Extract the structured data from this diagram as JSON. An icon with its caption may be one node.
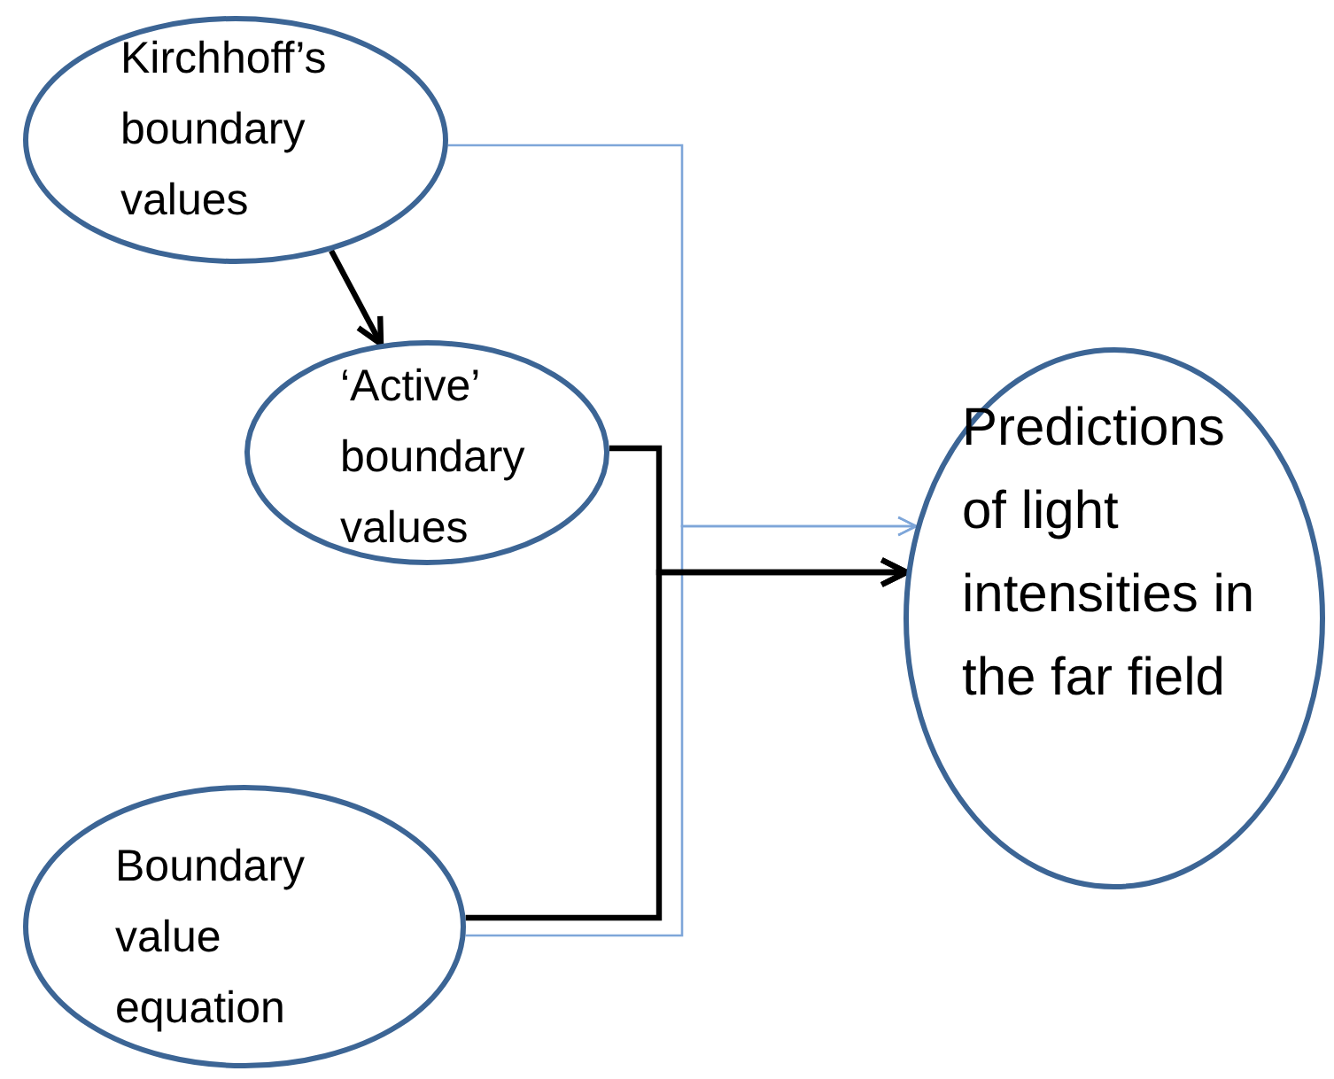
{
  "diagram": {
    "nodes": [
      {
        "text": [
          "Kirchhoff’s boundary values"
        ]
      },
      {
        "text": [
          "‘Active’ boundary values"
        ]
      },
      {
        "text": [
          "Boundary value equation"
        ]
      },
      {
        "text": [
          "Predictions of light intensities in the far field"
        ]
      }
    ],
    "edges": [
      {
        "from": 0,
        "to": 1,
        "arrow": "to"
      },
      {
        "from": 0,
        "to": 3,
        "arrow": "to",
        "color": "#7ea6d9"
      },
      {
        "from": 2,
        "to": 3,
        "arrow": "to",
        "color": "#7ea6d9"
      },
      {
        "from": 1,
        "to": 3,
        "arrow": "to"
      },
      {
        "from": 2,
        "to": 3,
        "arrow": "to"
      }
    ]
  }
}
